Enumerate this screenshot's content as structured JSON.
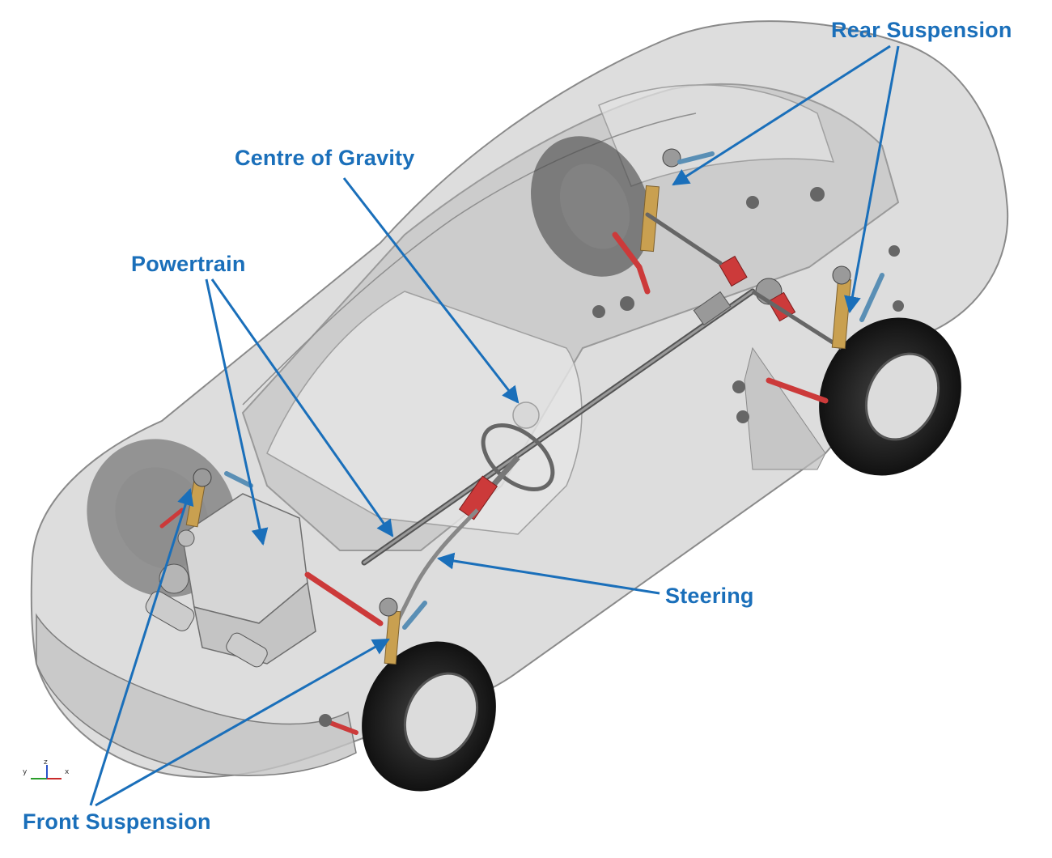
{
  "colors": {
    "callout": "#1a6fba",
    "body_fill": "#c8c8c8",
    "body_stroke": "#8a8a8a",
    "tyre": "#1c1c1c",
    "rim": "#dcdcdc",
    "link_red": "#cc3a3a",
    "link_blue": "#5a8fb5",
    "spring": "#c9a050"
  },
  "labels": {
    "rear_suspension": "Rear Suspension",
    "centre_of_gravity": "Centre of Gravity",
    "powertrain": "Powertrain",
    "steering": "Steering",
    "front_suspension": "Front Suspension"
  },
  "axis_triad": {
    "y": "y",
    "z": "z",
    "x": "x"
  }
}
